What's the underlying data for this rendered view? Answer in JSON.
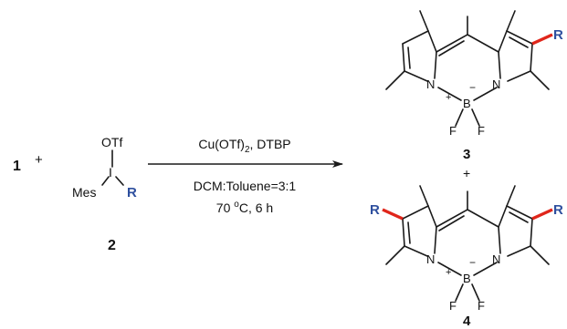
{
  "colors": {
    "r_group": "#2e4f9e",
    "new_bond": "#e0261b",
    "ink": "#111111"
  },
  "reaction": {
    "reactant_1": "1",
    "plus_1": "+",
    "reagent": {
      "top_group": "OTf",
      "center_atom": "I",
      "left_group": "Mes",
      "right_group": "R",
      "number": "2"
    },
    "conditions": {
      "line1_a": "Cu(OTf)",
      "line1_sub": "2",
      "line1_b": ", DTBP",
      "line2": "DCM:Toluene=3:1",
      "line3_a": "70 ",
      "line3_sup": "o",
      "line3_b": "C, 6 h"
    },
    "plus_2": "+",
    "product_3": {
      "number": "3",
      "atoms": {
        "n_left": "N",
        "n_right": "N",
        "boron": "B",
        "f_left": "F",
        "f_right": "F"
      },
      "charges": {
        "plus": "+",
        "minus": "−"
      },
      "r_group": "R"
    },
    "product_4": {
      "number": "4",
      "atoms": {
        "n_left": "N",
        "n_right": "N",
        "boron": "B",
        "f_left": "F",
        "f_right": "F"
      },
      "charges": {
        "plus": "+",
        "minus": "−"
      },
      "r_group_left": "R",
      "r_group_right": "R"
    }
  }
}
